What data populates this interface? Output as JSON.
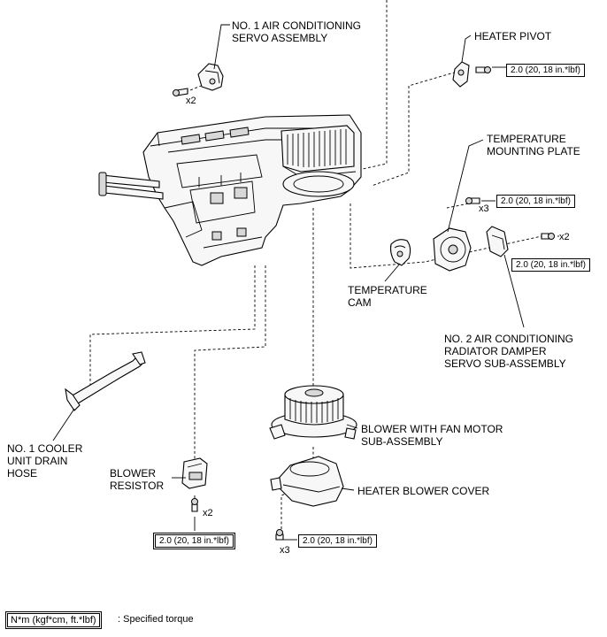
{
  "labels": {
    "servo1": [
      "NO. 1 AIR CONDITIONING",
      "SERVO ASSEMBLY"
    ],
    "heater_pivot": "HEATER PIVOT",
    "temp_plate": [
      "TEMPERATURE",
      "MOUNTING PLATE"
    ],
    "temp_cam": [
      "TEMPERATURE",
      "CAM"
    ],
    "servo2": [
      "NO. 2 AIR CONDITIONING",
      "RADIATOR DAMPER",
      "SERVO SUB-ASSEMBLY"
    ],
    "drain_hose": [
      "NO. 1 COOLER",
      "UNIT DRAIN",
      "HOSE"
    ],
    "blower_resistor": [
      "BLOWER",
      "RESISTOR"
    ],
    "blower_motor": [
      "BLOWER WITH FAN MOTOR",
      "SUB-ASSEMBLY"
    ],
    "blower_cover": "HEATER BLOWER COVER"
  },
  "quantities": {
    "servo1_screws": "x2",
    "plate_screws": "x3",
    "servo2_screws": "x2",
    "resistor_screws": "x2",
    "cover_screws": "x3"
  },
  "torques": {
    "heater_pivot": "2.0 (20, 18 in.*lbf)",
    "temp_plate": "2.0 (20, 18 in.*lbf)",
    "servo2": "2.0 (20, 18 in.*lbf)",
    "resistor": "2.0 (20, 18 in.*lbf)",
    "cover": "2.0 (20, 18 in.*lbf)"
  },
  "legend": {
    "unit": "N*m (kgf*cm, ft.*lbf)",
    "description": ": Specified torque"
  }
}
